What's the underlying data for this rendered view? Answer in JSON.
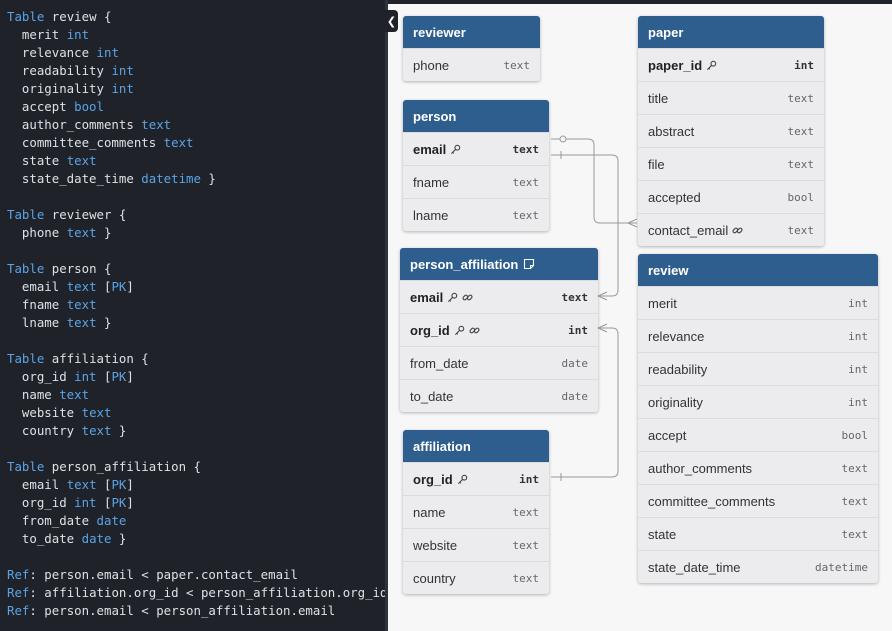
{
  "editor": {
    "lines": [
      [
        [
          "kw",
          "Table"
        ],
        [
          "plain",
          " review {"
        ]
      ],
      [
        [
          "plain",
          "  merit "
        ],
        [
          "type",
          "int"
        ]
      ],
      [
        [
          "plain",
          "  relevance "
        ],
        [
          "type",
          "int"
        ]
      ],
      [
        [
          "plain",
          "  readability "
        ],
        [
          "type",
          "int"
        ]
      ],
      [
        [
          "plain",
          "  originality "
        ],
        [
          "type",
          "int"
        ]
      ],
      [
        [
          "plain",
          "  accept "
        ],
        [
          "type",
          "bool"
        ]
      ],
      [
        [
          "plain",
          "  author_comments "
        ],
        [
          "type",
          "text"
        ]
      ],
      [
        [
          "plain",
          "  committee_comments "
        ],
        [
          "type",
          "text"
        ]
      ],
      [
        [
          "plain",
          "  state "
        ],
        [
          "type",
          "text"
        ]
      ],
      [
        [
          "plain",
          "  state_date_time "
        ],
        [
          "type",
          "datetime"
        ],
        [
          "plain",
          " }"
        ]
      ],
      [],
      [
        [
          "kw",
          "Table"
        ],
        [
          "plain",
          " reviewer {"
        ]
      ],
      [
        [
          "plain",
          "  phone "
        ],
        [
          "type",
          "text"
        ],
        [
          "plain",
          " }"
        ]
      ],
      [],
      [
        [
          "kw",
          "Table"
        ],
        [
          "plain",
          " person {"
        ]
      ],
      [
        [
          "plain",
          "  email "
        ],
        [
          "type",
          "text"
        ],
        [
          "plain",
          " ["
        ],
        [
          "pk",
          "PK"
        ],
        [
          "plain",
          "]"
        ]
      ],
      [
        [
          "plain",
          "  fname "
        ],
        [
          "type",
          "text"
        ]
      ],
      [
        [
          "plain",
          "  lname "
        ],
        [
          "type",
          "text"
        ],
        [
          "plain",
          " }"
        ]
      ],
      [],
      [
        [
          "kw",
          "Table"
        ],
        [
          "plain",
          " affiliation {"
        ]
      ],
      [
        [
          "plain",
          "  org_id "
        ],
        [
          "type",
          "int"
        ],
        [
          "plain",
          " ["
        ],
        [
          "pk",
          "PK"
        ],
        [
          "plain",
          "]"
        ]
      ],
      [
        [
          "plain",
          "  name "
        ],
        [
          "type",
          "text"
        ]
      ],
      [
        [
          "plain",
          "  website "
        ],
        [
          "type",
          "text"
        ]
      ],
      [
        [
          "plain",
          "  country "
        ],
        [
          "type",
          "text"
        ],
        [
          "plain",
          " }"
        ]
      ],
      [],
      [
        [
          "kw",
          "Table"
        ],
        [
          "plain",
          " person_affiliation {"
        ]
      ],
      [
        [
          "plain",
          "  email "
        ],
        [
          "type",
          "text"
        ],
        [
          "plain",
          " ["
        ],
        [
          "pk",
          "PK"
        ],
        [
          "plain",
          "]"
        ]
      ],
      [
        [
          "plain",
          "  org_id "
        ],
        [
          "type",
          "int"
        ],
        [
          "plain",
          " ["
        ],
        [
          "pk",
          "PK"
        ],
        [
          "plain",
          "]"
        ]
      ],
      [
        [
          "plain",
          "  from_date "
        ],
        [
          "type",
          "date"
        ]
      ],
      [
        [
          "plain",
          "  to_date "
        ],
        [
          "type",
          "date"
        ],
        [
          "plain",
          " }"
        ]
      ],
      [],
      [
        [
          "kw",
          "Ref"
        ],
        [
          "plain",
          ": person.email < paper.contact_email"
        ]
      ],
      [
        [
          "kw",
          "Ref"
        ],
        [
          "plain",
          ": affiliation.org_id < person_affiliation.org_id"
        ]
      ],
      [
        [
          "kw",
          "Ref"
        ],
        [
          "plain",
          ": person.email < person_affiliation.email"
        ]
      ]
    ]
  },
  "collapse_icon": "chevron-left-icon",
  "collapse_glyph": "❮",
  "tables": {
    "reviewer": {
      "name": "reviewer",
      "fields": [
        {
          "name": "phone",
          "type": "text"
        }
      ]
    },
    "person": {
      "name": "person",
      "fields": [
        {
          "name": "email",
          "type": "text",
          "pk": true,
          "icons": [
            "key-icon"
          ]
        },
        {
          "name": "fname",
          "type": "text"
        },
        {
          "name": "lname",
          "type": "text"
        }
      ]
    },
    "person_affiliation": {
      "name": "person_affiliation",
      "note_icon": "note-icon",
      "fields": [
        {
          "name": "email",
          "type": "text",
          "pk": true,
          "icons": [
            "key-icon",
            "link-icon"
          ]
        },
        {
          "name": "org_id",
          "type": "int",
          "pk": true,
          "icons": [
            "key-icon",
            "link-icon"
          ]
        },
        {
          "name": "from_date",
          "type": "date"
        },
        {
          "name": "to_date",
          "type": "date"
        }
      ]
    },
    "affiliation": {
      "name": "affiliation",
      "fields": [
        {
          "name": "org_id",
          "type": "int",
          "pk": true,
          "icons": [
            "key-icon"
          ]
        },
        {
          "name": "name",
          "type": "text"
        },
        {
          "name": "website",
          "type": "text"
        },
        {
          "name": "country",
          "type": "text"
        }
      ]
    },
    "paper": {
      "name": "paper",
      "fields": [
        {
          "name": "paper_id",
          "type": "int",
          "pk": true,
          "icons": [
            "key-icon"
          ]
        },
        {
          "name": "title",
          "type": "text"
        },
        {
          "name": "abstract",
          "type": "text"
        },
        {
          "name": "file",
          "type": "text"
        },
        {
          "name": "accepted",
          "type": "bool"
        },
        {
          "name": "contact_email",
          "type": "text",
          "icons": [
            "link-icon"
          ]
        }
      ]
    },
    "review": {
      "name": "review",
      "fields": [
        {
          "name": "merit",
          "type": "int"
        },
        {
          "name": "relevance",
          "type": "int"
        },
        {
          "name": "readability",
          "type": "int"
        },
        {
          "name": "originality",
          "type": "int"
        },
        {
          "name": "accept",
          "type": "bool"
        },
        {
          "name": "author_comments",
          "type": "text"
        },
        {
          "name": "committee_comments",
          "type": "text"
        },
        {
          "name": "state",
          "type": "text"
        },
        {
          "name": "state_date_time",
          "type": "datetime"
        }
      ]
    }
  },
  "colors": {
    "editor_bg": "#1f2329",
    "keyword": "#5ba3e6",
    "code_text": "#dde1e6",
    "table_header": "#2e5e8e",
    "table_body": "#ececee",
    "canvas_bg": "#f7f7f8",
    "edge": "#999999"
  }
}
